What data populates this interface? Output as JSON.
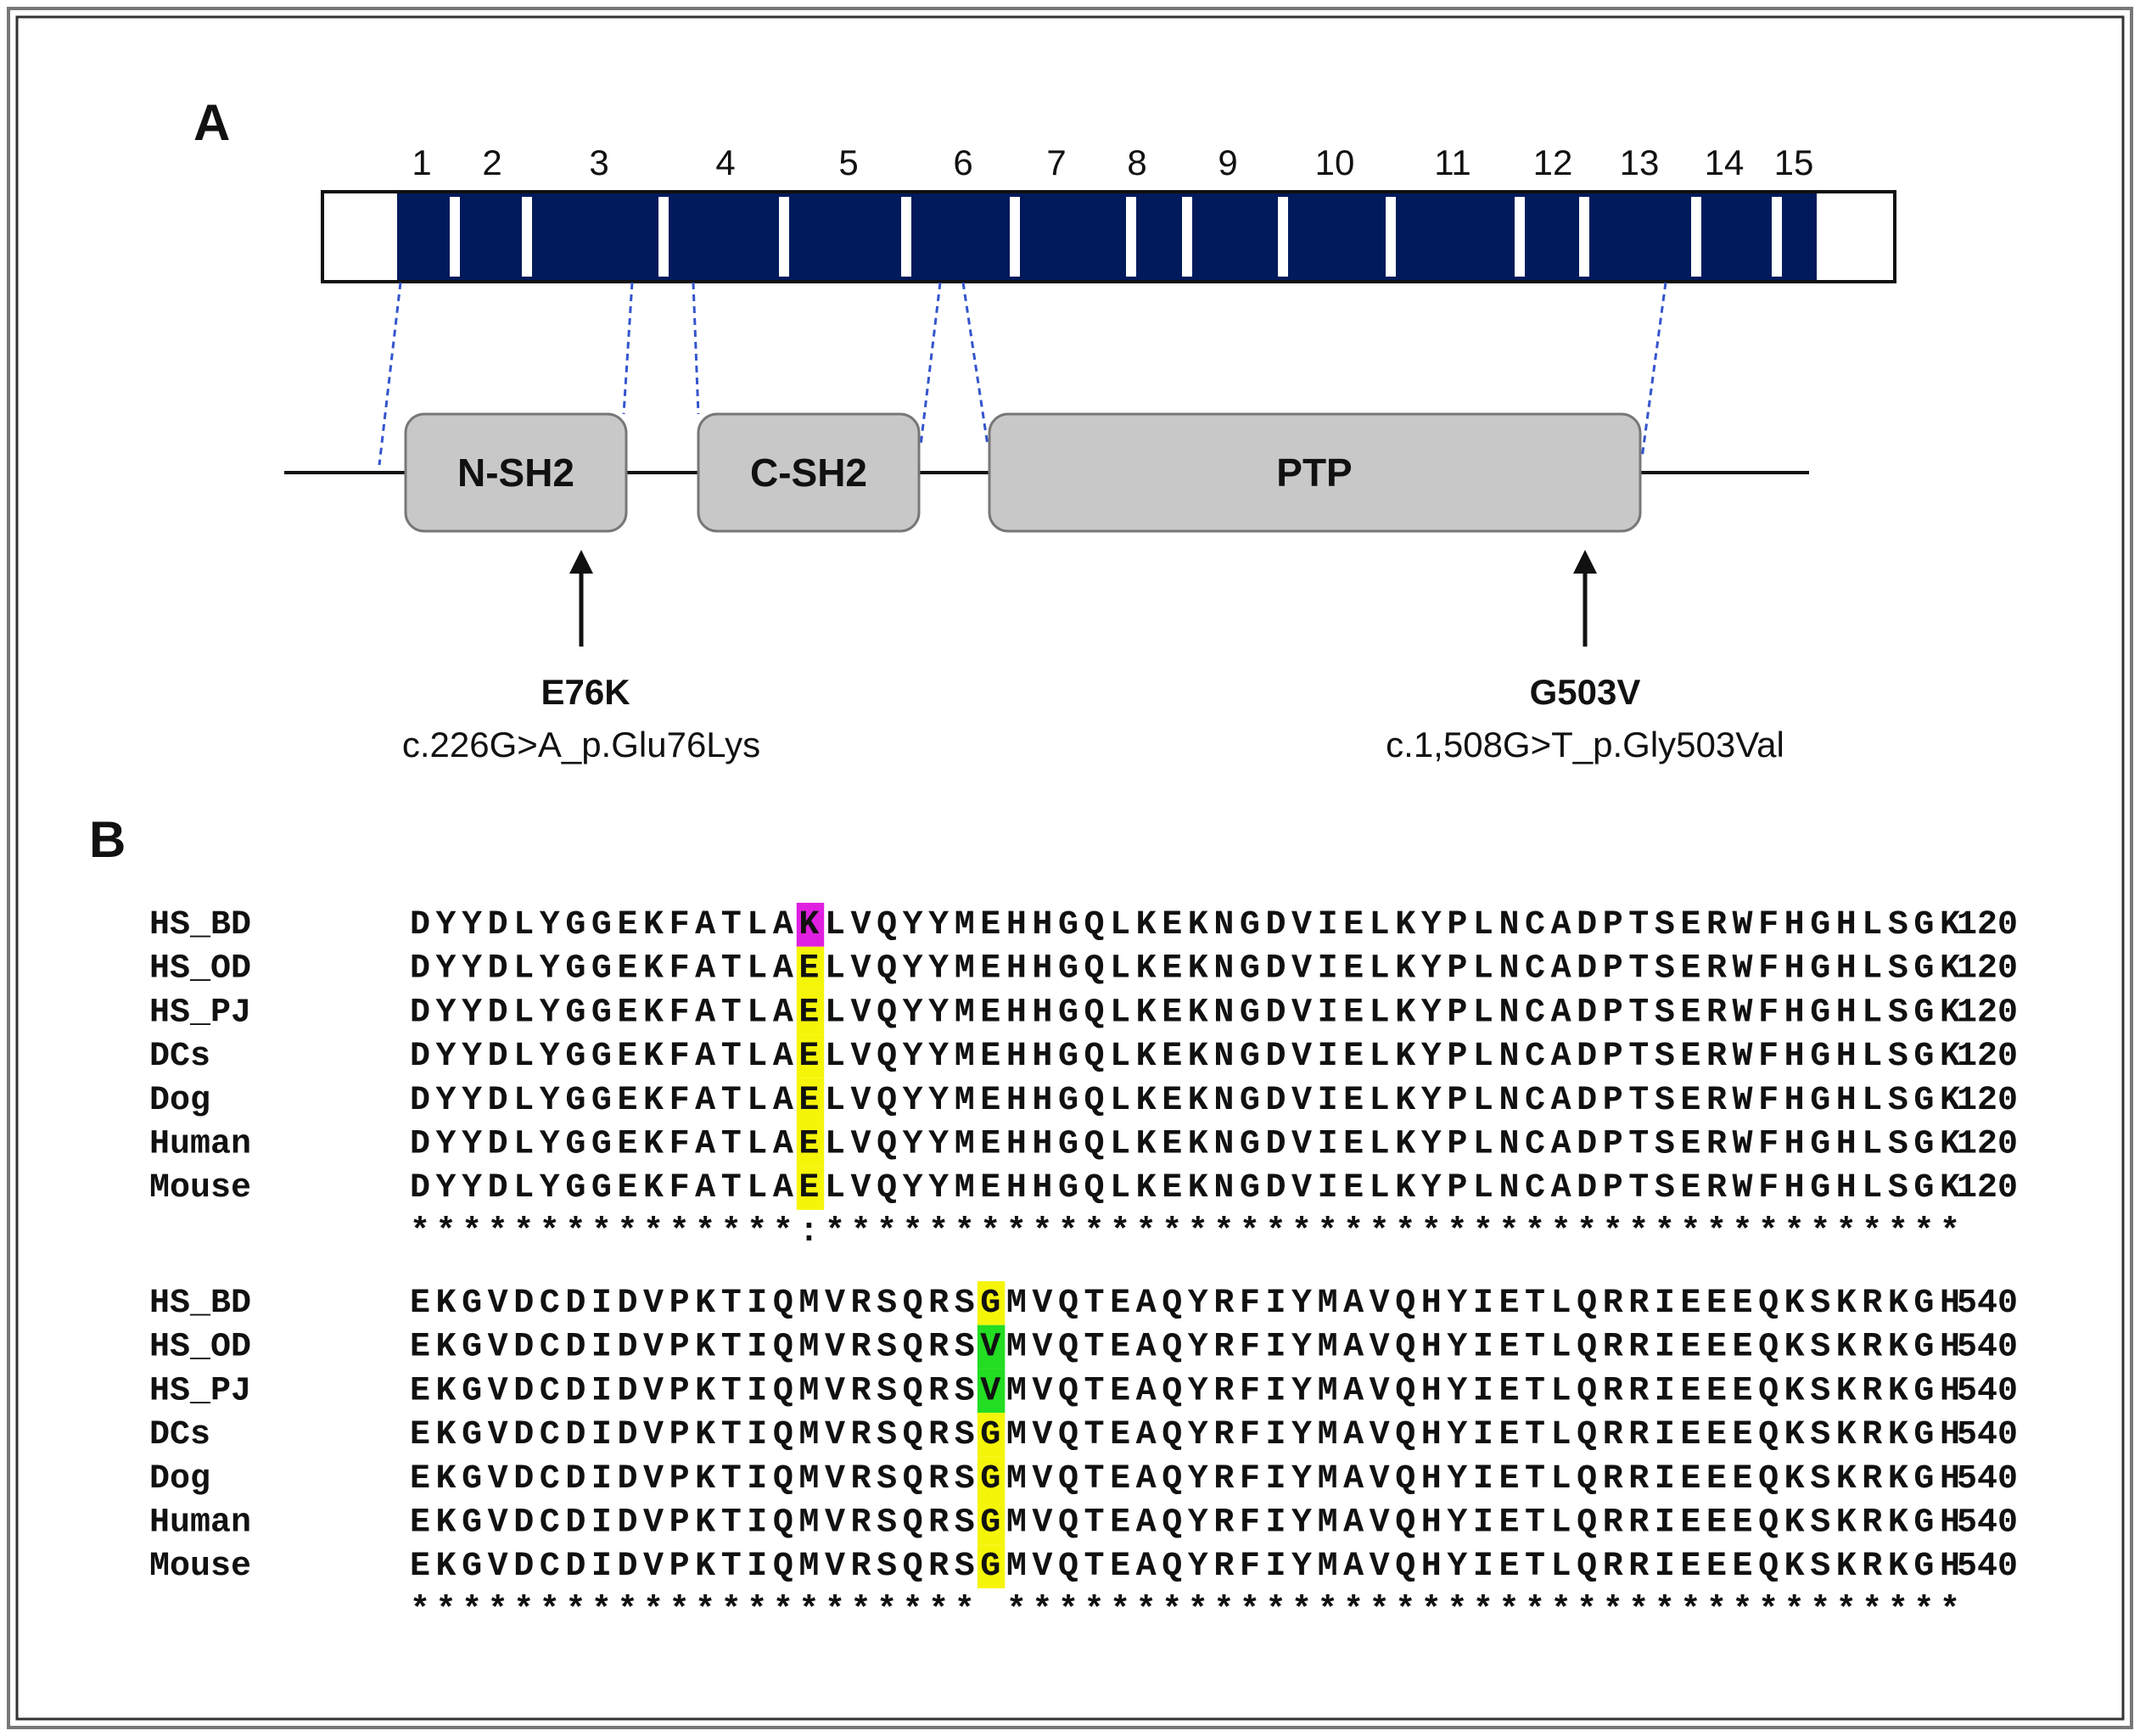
{
  "panelA": {
    "label": "A",
    "exon_numbers": [
      "1",
      "2",
      "3",
      "4",
      "5",
      "6",
      "7",
      "8",
      "9",
      "10",
      "11",
      "12",
      "13",
      "14",
      "15"
    ],
    "domains": [
      "N-SH2",
      "C-SH2",
      "PTP"
    ],
    "mutations": [
      {
        "name": "E76K",
        "desc": "c.226G>A_p.Glu76Lys"
      },
      {
        "name": "G503V",
        "desc": "c.1,508G>T_p.Gly503Val"
      }
    ],
    "colors": {
      "exon_fill": "#001a5c",
      "domain_fill": "#c8c8c8",
      "connector": "#3355cc"
    }
  },
  "panelB": {
    "label": "B",
    "blocks": [
      {
        "position": "120",
        "rows": [
          {
            "name": "HS_BD",
            "seq": "DYYDLYGGEKFATLAKLVQYYMEHHGQLKEKNGDVIELKYPLNCADPTSERWFHGHLSGK",
            "highlight_color": "#e020e0"
          },
          {
            "name": "HS_OD",
            "seq": "DYYDLYGGEKFATLAELVQYYMEHHGQLKEKNGDVIELKYPLNCADPTSERWFHGHLSGK",
            "highlight_color": "#f5f50a"
          },
          {
            "name": "HS_PJ",
            "seq": "DYYDLYGGEKFATLAELVQYYMEHHGQLKEKNGDVIELKYPLNCADPTSERWFHGHLSGK",
            "highlight_color": "#f5f50a"
          },
          {
            "name": "DCs",
            "seq": "DYYDLYGGEKFATLAELVQYYMEHHGQLKEKNGDVIELKYPLNCADPTSERWFHGHLSGK",
            "highlight_color": "#f5f50a"
          },
          {
            "name": "Dog",
            "seq": "DYYDLYGGEKFATLAELVQYYMEHHGQLKEKNGDVIELKYPLNCADPTSERWFHGHLSGK",
            "highlight_color": "#f5f50a"
          },
          {
            "name": "Human",
            "seq": "DYYDLYGGEKFATLAELVQYYMEHHGQLKEKNGDVIELKYPLNCADPTSERWFHGHLSGK",
            "highlight_color": "#f5f50a"
          },
          {
            "name": "Mouse",
            "seq": "DYYDLYGGEKFATLAELVQYYMEHHGQLKEKNGDVIELKYPLNCADPTSERWFHGHLSGK",
            "highlight_color": "#f5f50a"
          }
        ],
        "consensus": "***************:********************************************"
      },
      {
        "position": "540",
        "rows": [
          {
            "name": "HS_BD",
            "seq": "EKGVDCDIDVPKTIQMVRSQRSGMVQTEAQYRFIYMAVQHYIETLQRRIEEEQKSKRKGH",
            "highlight_color": "#f5f50a"
          },
          {
            "name": "HS_OD",
            "seq": "EKGVDCDIDVPKTIQMVRSQRSVMVQTEAQYRFIYMAVQHYIETLQRRIEEEQKSKRKGH",
            "highlight_color": "#22dd22"
          },
          {
            "name": "HS_PJ",
            "seq": "EKGVDCDIDVPKTIQMVRSQRSVMVQTEAQYRFIYMAVQHYIETLQRRIEEEQKSKRKGH",
            "highlight_color": "#22dd22"
          },
          {
            "name": "DCs",
            "seq": "EKGVDCDIDVPKTIQMVRSQRSGMVQTEAQYRFIYMAVQHYIETLQRRIEEEQKSKRKGH",
            "highlight_color": "#f5f50a"
          },
          {
            "name": "Dog",
            "seq": "EKGVDCDIDVPKTIQMVRSQRSGMVQTEAQYRFIYMAVQHYIETLQRRIEEEQKSKRKGH",
            "highlight_color": "#f5f50a"
          },
          {
            "name": "Human",
            "seq": "EKGVDCDIDVPKTIQMVRSQRSGMVQTEAQYRFIYMAVQHYIETLQRRIEEEQKSKRKGH",
            "highlight_color": "#f5f50a"
          },
          {
            "name": "Mouse",
            "seq": "EKGVDCDIDVPKTIQMVRSQRSGMVQTEAQYRFIYMAVQHYIETLQRRIEEEQKSKRKGH",
            "highlight_color": "#f5f50a"
          }
        ],
        "consensus": "********************** *************************************"
      }
    ]
  }
}
